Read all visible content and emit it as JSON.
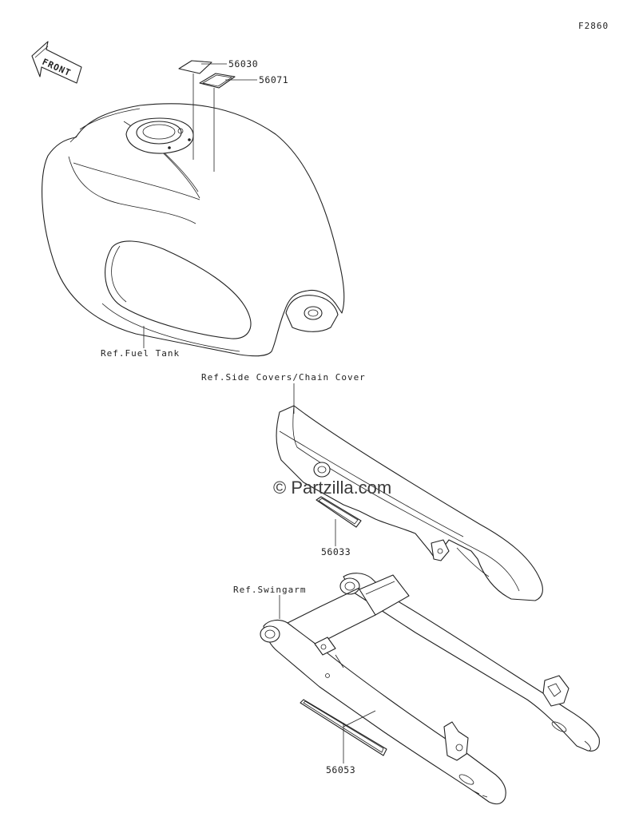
{
  "figure_code": "F2860",
  "front_label": "FRONT",
  "watermark": "© Partzilla.com",
  "references": {
    "fuel_tank": "Ref.Fuel Tank",
    "side_covers": "Ref.Side Covers/Chain Cover",
    "swingarm": "Ref.Swingarm"
  },
  "parts": [
    {
      "number": "56030"
    },
    {
      "number": "56071"
    },
    {
      "number": "56033"
    },
    {
      "number": "56053"
    }
  ]
}
